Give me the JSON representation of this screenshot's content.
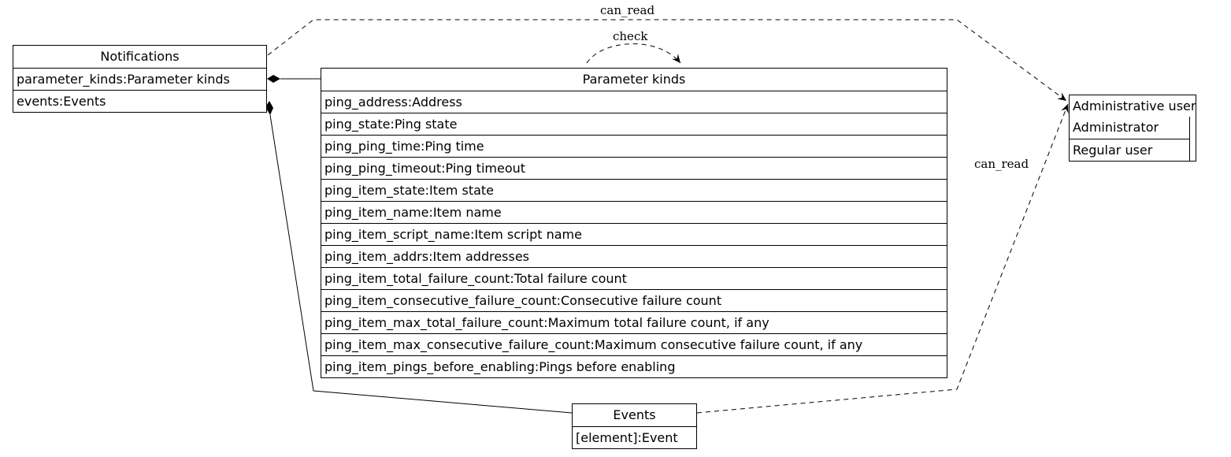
{
  "notifications": {
    "title": "Notifications",
    "rows": [
      "parameter_kinds:Parameter kinds",
      "events:Events"
    ]
  },
  "parameter_kinds": {
    "title": "Parameter kinds",
    "rows": [
      "ping_address:Address",
      "ping_state:Ping state",
      "ping_ping_time:Ping time",
      "ping_ping_timeout:Ping timeout",
      "ping_item_state:Item state",
      "ping_item_name:Item name",
      "ping_item_script_name:Item script name",
      "ping_item_addrs:Item addresses",
      "ping_item_total_failure_count:Total failure count",
      "ping_item_consecutive_failure_count:Consecutive failure count",
      "ping_item_max_total_failure_count:Maximum total failure count, if any",
      "ping_item_max_consecutive_failure_count:Maximum consecutive failure count, if any",
      "ping_item_pings_before_enabling:Pings before enabling"
    ]
  },
  "events": {
    "title": "Events",
    "rows": [
      "[element]:Event"
    ]
  },
  "administrative_user": {
    "title": "Administrative user",
    "subtypes": [
      "Administrator",
      "Regular user"
    ]
  },
  "edges": {
    "can_read_top": "can_read",
    "check": "check",
    "can_read_bottom": "can_read"
  }
}
